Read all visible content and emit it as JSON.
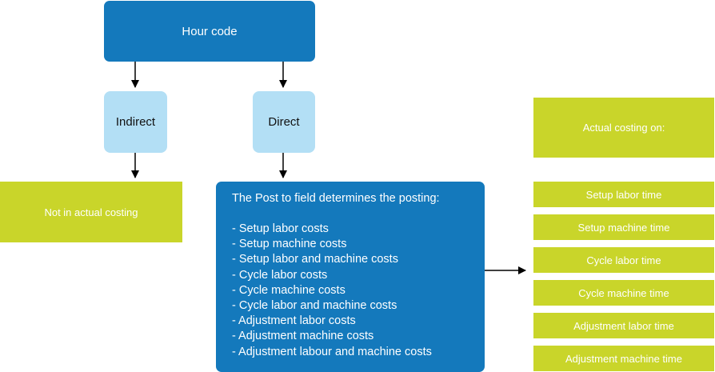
{
  "nodes": {
    "hour_code": "Hour code",
    "indirect": "Indirect",
    "direct": "Direct",
    "not_in_costing": "Not in actual costing",
    "post_box": {
      "heading": "The Post to field determines the posting:",
      "items": [
        "- Setup labor costs",
        "- Setup machine costs",
        "- Setup labor and machine costs",
        "- Cycle labor costs",
        "- Cycle machine costs",
        "- Cycle labor and machine costs",
        "- Adjustment labor costs",
        "- Adjustment machine costs",
        "- Adjustment labour and machine costs"
      ]
    },
    "actual_costing": {
      "header": "Actual costing on:",
      "items": [
        "Setup labor time",
        "Setup machine time",
        "Cycle labor time",
        "Cycle machine time",
        "Adjustment labor time",
        "Adjustment machine time"
      ]
    }
  },
  "colors": {
    "dark_blue": "#1479bc",
    "light_blue": "#b3dff5",
    "green": "#c9d52a",
    "arrow": "#000000"
  }
}
